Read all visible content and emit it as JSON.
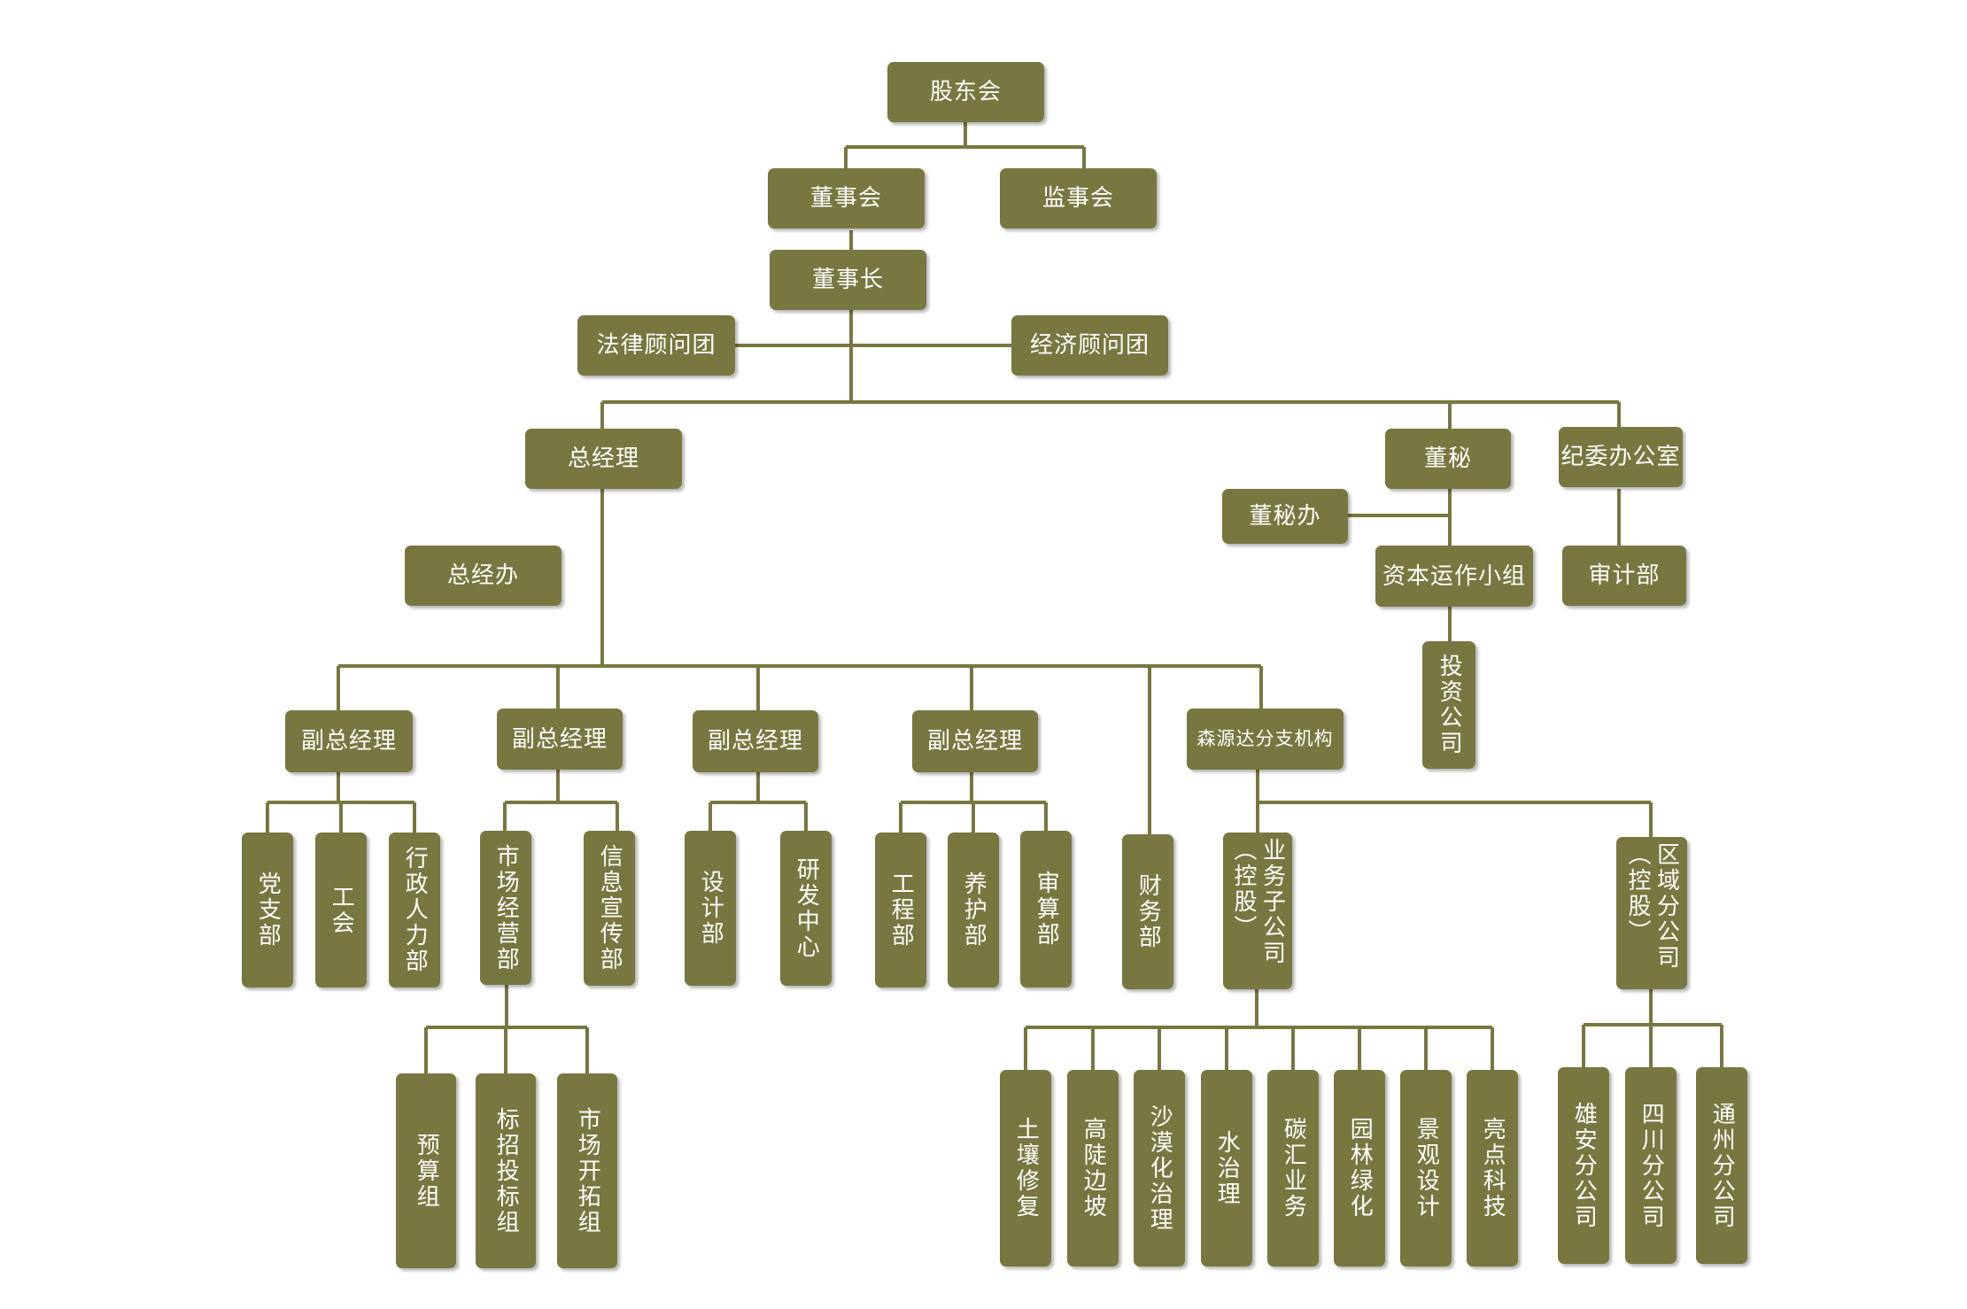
{
  "nodes": {
    "shareholders": "股东会",
    "board": "董事会",
    "supervisors": "监事会",
    "chairman": "董事长",
    "legal": "法律顾问团",
    "economic": "经济顾问团",
    "gm": "总经理",
    "board_sec": "董秘",
    "discipline": "纪委办公室",
    "gm_office": "总经办",
    "board_sec_office": "董秘办",
    "capital_team": "资本运作小组",
    "audit": "审计部",
    "investment": "投资公司",
    "dgm1": "副总经理",
    "dgm2": "副总经理",
    "dgm3": "副总经理",
    "dgm4": "副总经理",
    "branches": "森源达分支机构",
    "party": "党支部",
    "union": "工会",
    "admin_hr": "行政人力部",
    "marketing": "市场经营部",
    "info": "信息宣传部",
    "design": "设计部",
    "rnd": "研发中心",
    "engineering": "工程部",
    "maintenance": "养护部",
    "audit_calc": "审算部",
    "finance": "财务部",
    "subsidiary": "业务子公司（控股）",
    "regional": "区域分公司（控股）",
    "budget": "预算组",
    "bidding": "标招投标组",
    "market_dev": "市场开拓组",
    "soil": "土壤修复",
    "slope": "高陡边坡",
    "desert": "沙漠化治理",
    "water": "水治理",
    "carbon": "碳汇业务",
    "greening": "园林绿化",
    "landscape": "景观设计",
    "highlight": "亮点科技",
    "xiongan": "雄安分公司",
    "sichuan": "四川分公司",
    "tongzhou": "通州分公司"
  }
}
